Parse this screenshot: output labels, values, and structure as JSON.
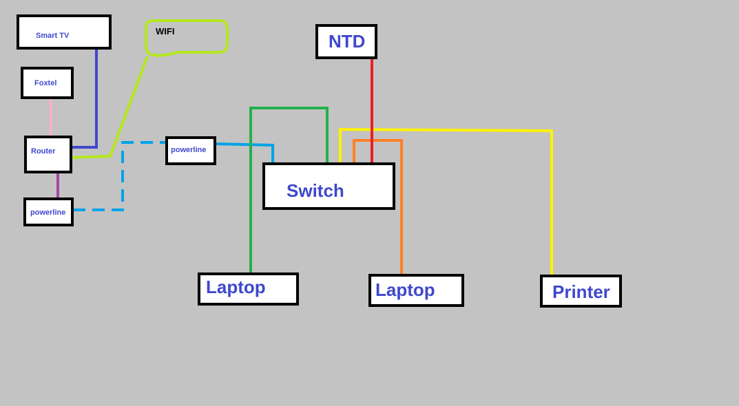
{
  "nodes": {
    "smart_tv": "Smart TV",
    "foxtel": "Foxtel",
    "router": "Router",
    "powerline_a": "powerline",
    "powerline_b": "powerline",
    "wifi": "WIFI",
    "ntd": "NTD",
    "switch": "Switch",
    "laptop_1": "Laptop",
    "laptop_2": "Laptop",
    "printer": "Printer"
  },
  "colors": {
    "background": "#c3c3c3",
    "node_text": "#3f48cc",
    "tv_link": "#3f48cc",
    "foxtel_link": "#ffaec9",
    "wifi_link": "#b5e61d",
    "powerline_link": "#00a2e8",
    "router_powerline_link": "#a349a4",
    "ntd_link": "#ed1c24",
    "laptop_1_link": "#22b14c",
    "laptop_2_link": "#ff7f27",
    "printer_link": "#fff200"
  }
}
